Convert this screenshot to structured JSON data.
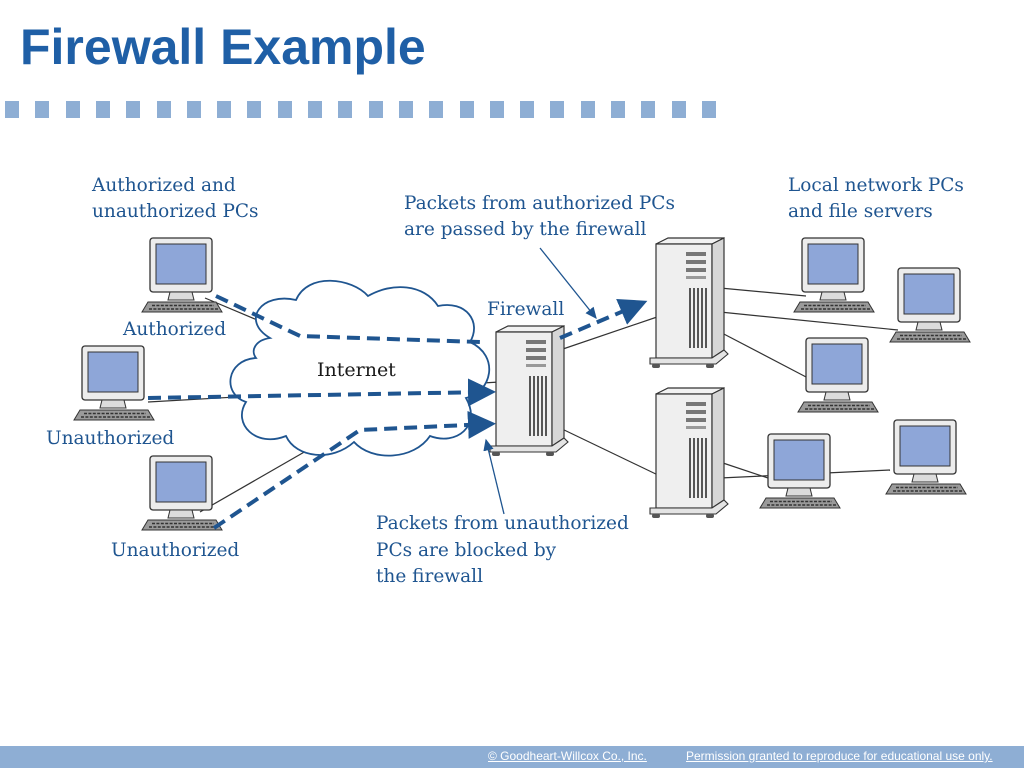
{
  "title": "Firewall Example",
  "labels": {
    "pcs_group_line1": "Authorized and",
    "pcs_group_line2": "unauthorized PCs",
    "authorized": "Authorized",
    "unauthorized_1": "Unauthorized",
    "unauthorized_2": "Unauthorized",
    "internet": "Internet",
    "firewall": "Firewall",
    "passed_line1": "Packets from authorized PCs",
    "passed_line2": "are passed by the firewall",
    "blocked_line1": "Packets from unauthorized",
    "blocked_line2": "PCs are blocked by",
    "blocked_line3": "the firewall",
    "local_line1": "Local network PCs",
    "local_line2": "and file servers"
  },
  "footer": {
    "copyright": "© Goodheart-Willcox Co., Inc.",
    "permission": "Permission granted to reproduce for educational use only."
  },
  "colors": {
    "title": "#1f5fa6",
    "accent_bar": "#8eaed4",
    "packet_arrow": "#1f5590",
    "screen": "#8ea6d8"
  }
}
